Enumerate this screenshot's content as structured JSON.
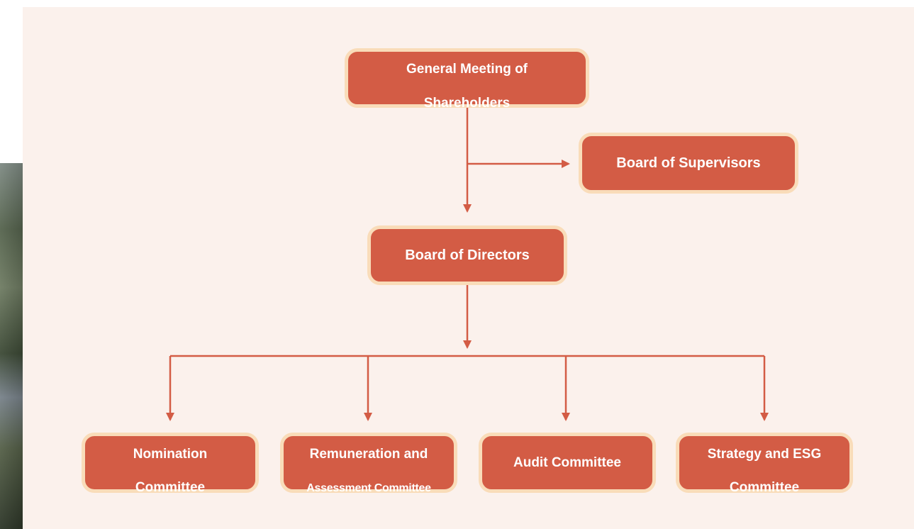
{
  "colors": {
    "background": "#fbf1ec",
    "box_fill": "#d35c45",
    "box_border": "#f9dcb9",
    "connector": "#d35c45"
  },
  "nodes": {
    "general_meeting": {
      "line1": "General Meeting of",
      "line2": "Shareholders"
    },
    "board_of_supervisors": {
      "label": "Board of Supervisors"
    },
    "board_of_directors": {
      "label": "Board of Directors"
    },
    "nomination_committee": {
      "line1": "Nomination",
      "line2": "Committee"
    },
    "remuneration_committee": {
      "line1": "Remuneration and",
      "line2": "Assessment Committee"
    },
    "audit_committee": {
      "label": "Audit Committee"
    },
    "strategy_esg_committee": {
      "line1": "Strategy and ESG",
      "line2": "Committee"
    }
  }
}
